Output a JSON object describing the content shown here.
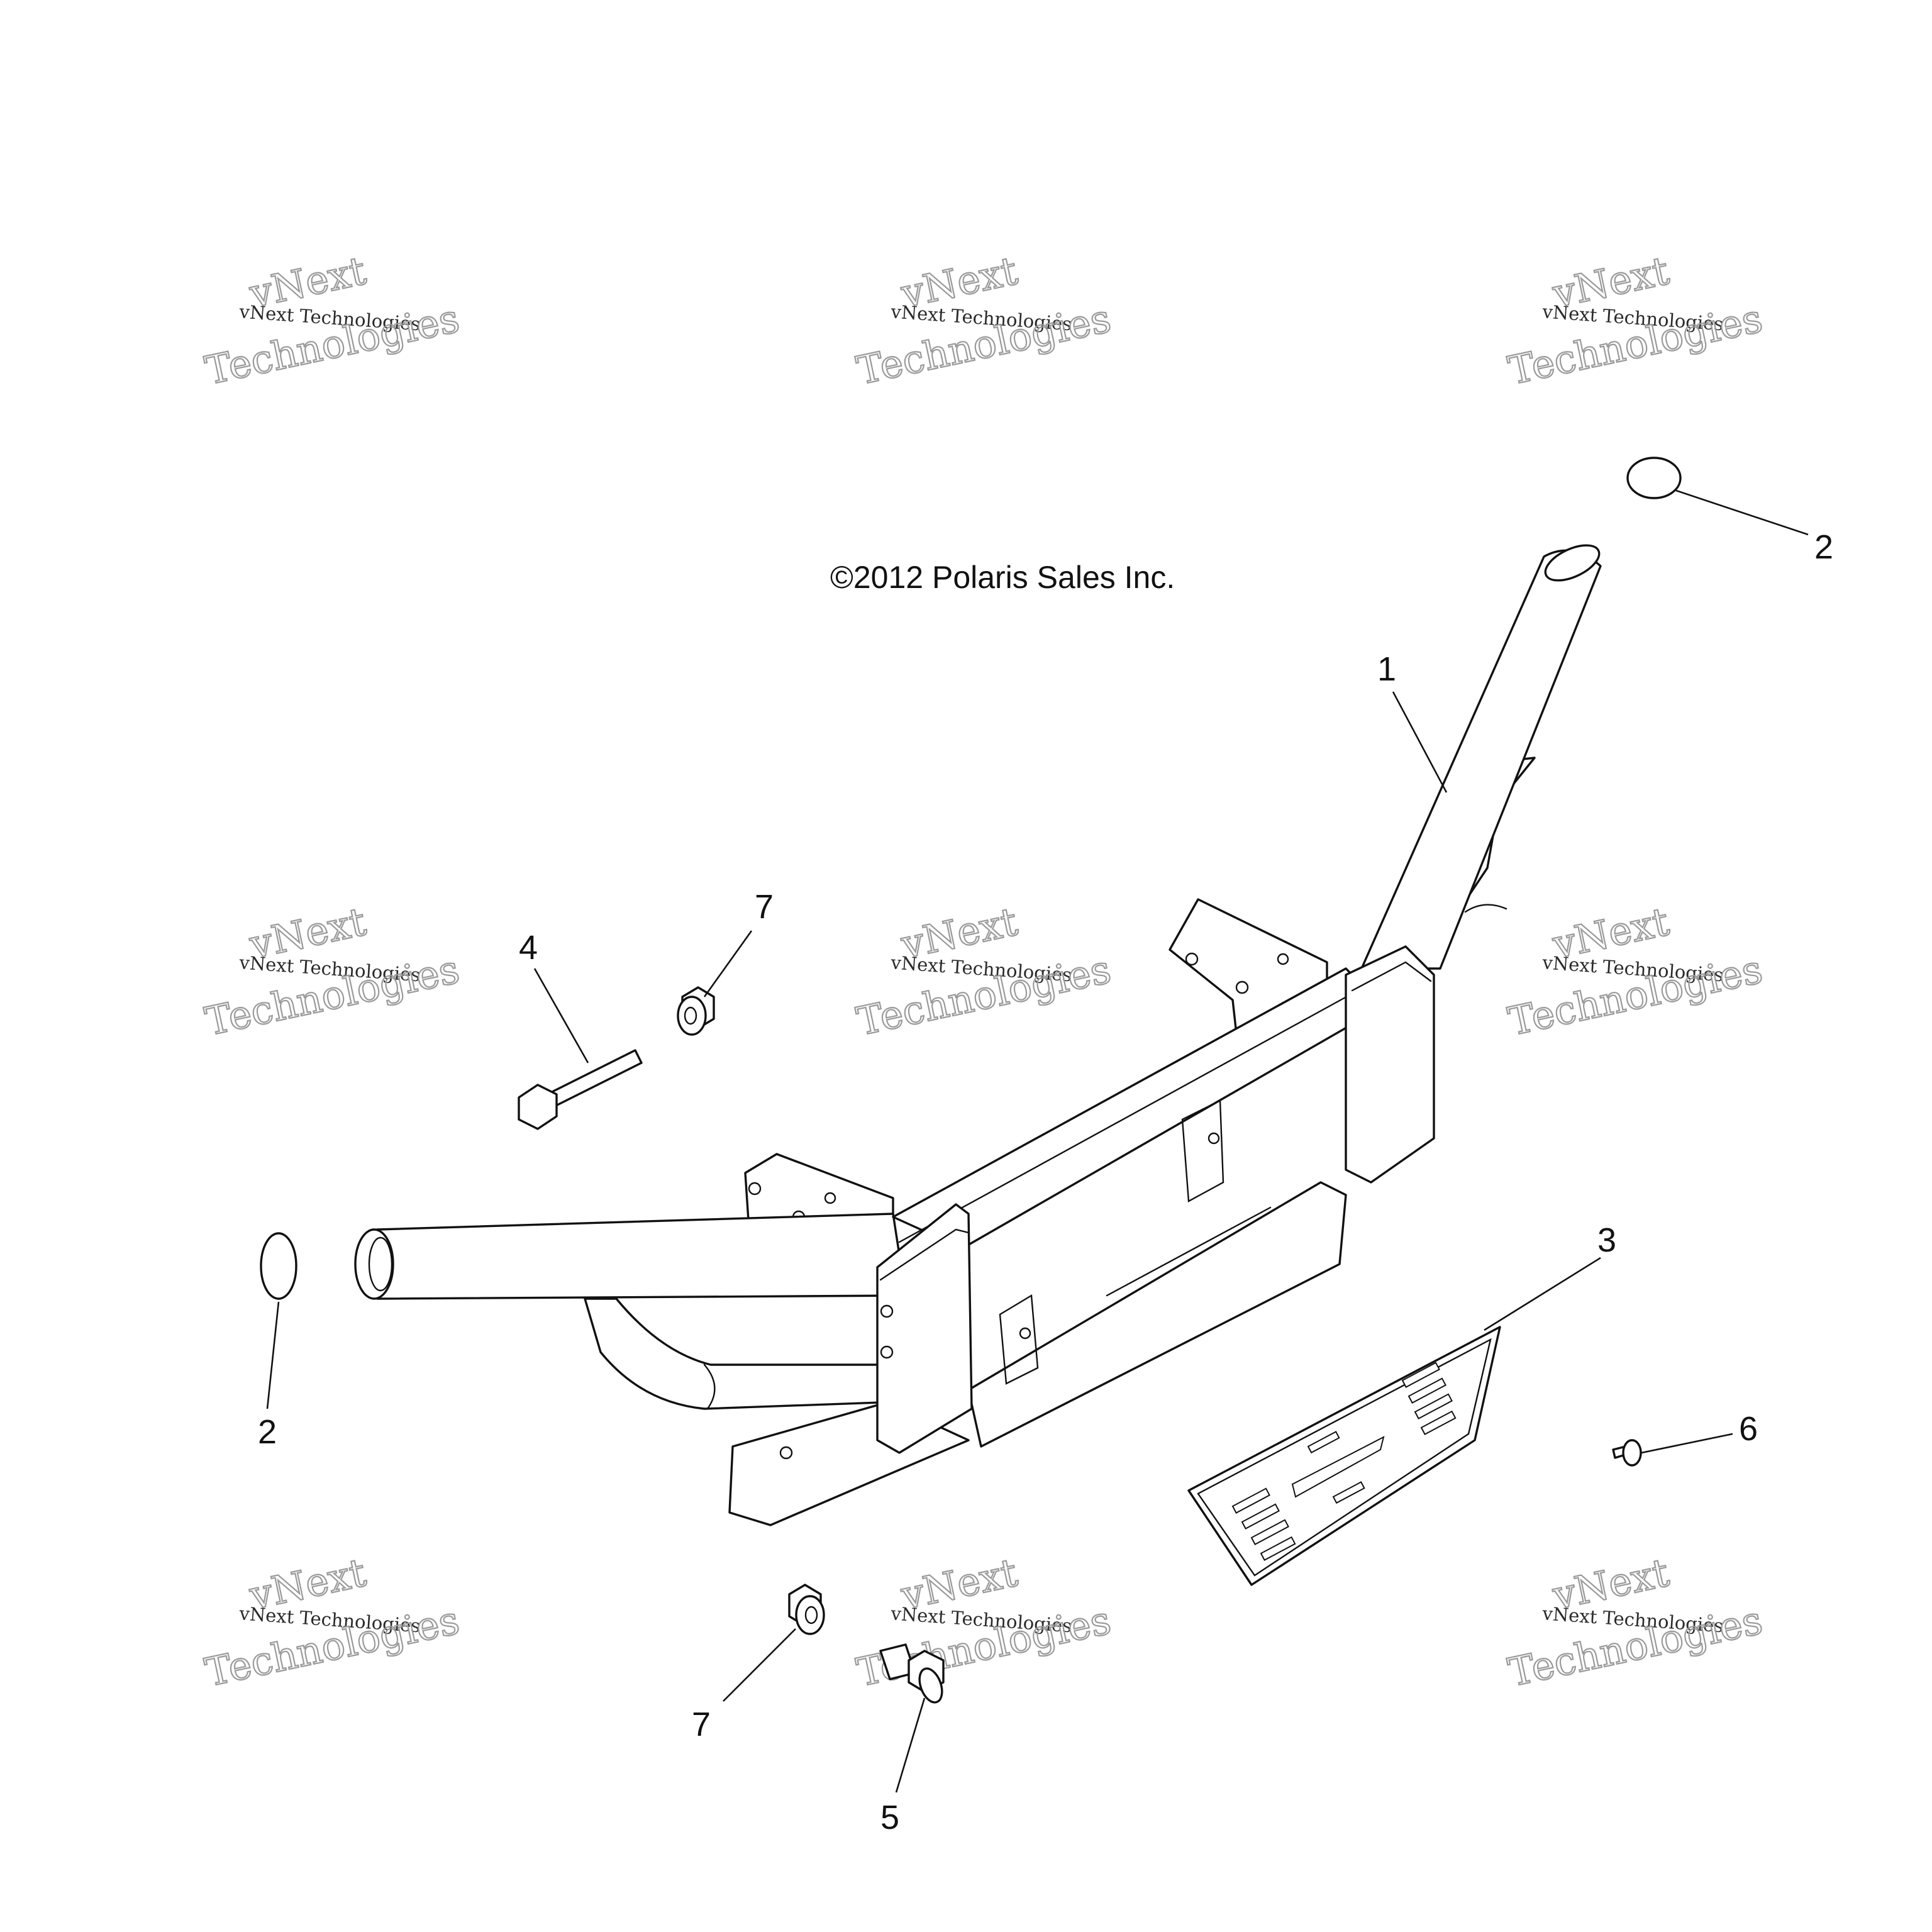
{
  "copyright": "©2012 Polaris Sales Inc.",
  "watermark": {
    "line1": "vNext",
    "line2": "vNext Technologies",
    "line3": "Technologies"
  },
  "callouts": {
    "bumper": "1",
    "cap_right": "2",
    "cap_left": "2",
    "grille": "3",
    "long_bolt": "4",
    "flange_bolt": "5",
    "push_rivet": "6",
    "nut_upper": "7",
    "nut_lower": "7"
  }
}
